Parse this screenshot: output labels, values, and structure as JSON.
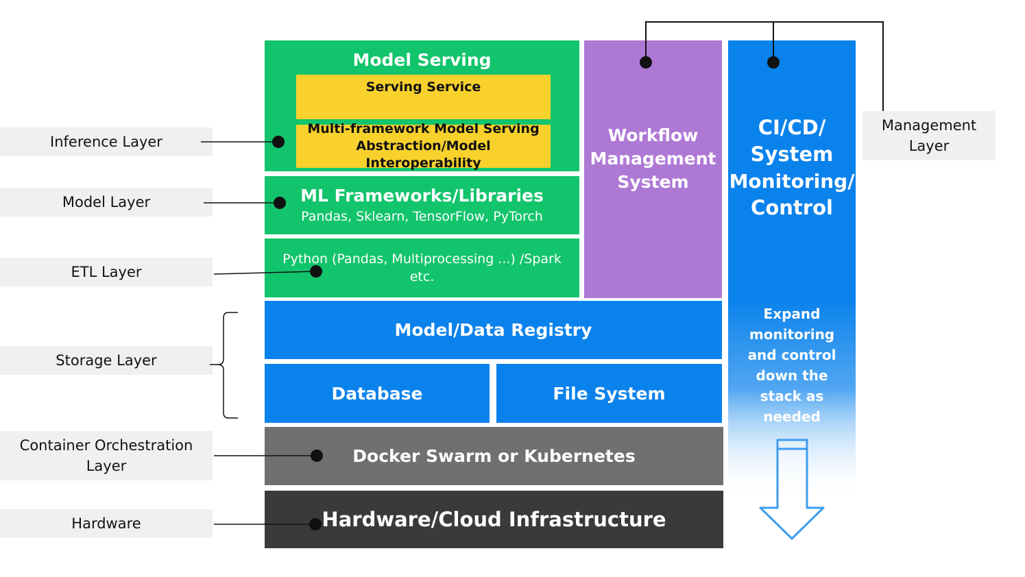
{
  "colors": {
    "green": "#12c46b",
    "purple": "#ae78d5",
    "blue": "#0a82ec",
    "gray": "#707070",
    "dark": "#3a3a3a",
    "yellow": "#f8d12c",
    "label_bg": "#f0f0f0"
  },
  "left_labels": {
    "inference": "Inference Layer",
    "model": "Model Layer",
    "etl": "ETL Layer",
    "storage": "Storage Layer",
    "container_line1": "Container Orchestration",
    "container_line2": "Layer",
    "hardware": "Hardware"
  },
  "right_label": {
    "line1": "Management",
    "line2": "Layer"
  },
  "blocks": {
    "model_serving": {
      "title": "Model Serving",
      "serving_service": "Serving Service",
      "multi_line1": "Multi-framework Model Serving",
      "multi_line2": "Abstraction/Model Interoperability"
    },
    "ml_frameworks": {
      "title": "ML Frameworks/Libraries",
      "subtitle": "Pandas, Sklearn, TensorFlow, PyTorch"
    },
    "etl": {
      "line1": "Python (Pandas, Multiprocessing ...) /Spark",
      "line2": "etc."
    },
    "workflow": {
      "line1": "Workflow",
      "line2": "Management",
      "line3": "System"
    },
    "cicd": {
      "line1": "CI/CD/",
      "line2": "System",
      "line3": "Monitoring/",
      "line4": "Control"
    },
    "expand": {
      "line1": "Expand",
      "line2": "monitoring",
      "line3": "and control",
      "line4": "down the",
      "line5": "stack as",
      "line6": "needed"
    },
    "registry": "Model/Data Registry",
    "database": "Database",
    "filesystem": "File System",
    "docker": "Docker Swarm or Kubernetes",
    "hardware": "Hardware/Cloud Infrastructure"
  }
}
